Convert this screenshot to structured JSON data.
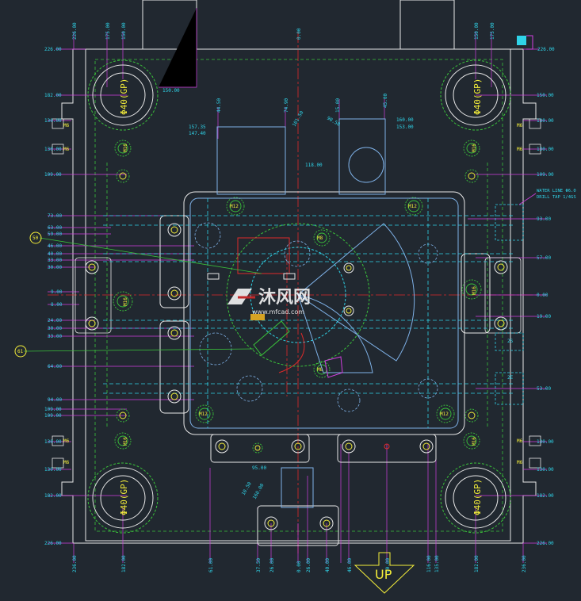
{
  "colors": {
    "background": "#212830",
    "outline": "#e8e8e8",
    "dimension": "#2fd3e8",
    "extension": "#d23fe0",
    "centerline": "#e02a2a",
    "cooling": "#3ac13a",
    "screw_label": "#f4ee3a",
    "core": "#7fb2e8"
  },
  "top_dims": [
    "226.00",
    "175.00",
    "150.00",
    "0.00",
    "150.00",
    "175.00",
    "226.00"
  ],
  "bottom_dims": [
    "236.00",
    "182.00",
    "61.00",
    "37.50",
    "26.00",
    "0.00",
    "26.00",
    "40.00",
    "46.00",
    "90.00",
    "116.00",
    "135.00",
    "182.00",
    "236.00"
  ],
  "left_dims": [
    "226.00",
    "182.00",
    "130.00",
    "109.00",
    "73.00",
    "63.00",
    "59.00",
    "46.00",
    "40.00",
    "33.00",
    "30.00",
    "9.00",
    "8.00",
    "0.00",
    "24.00",
    "30.00",
    "33.00",
    "64.00",
    "94.00",
    "109.00",
    "130.00",
    "182.00",
    "226.00"
  ],
  "right_dims": [
    "226.00",
    "150.00",
    "130.00",
    "109.00",
    "93.00",
    "57.00",
    "0.00",
    "19.00",
    "53.00",
    "109.00",
    "130.00",
    "182.00",
    "226.00"
  ],
  "inner_dims": [
    "150.00",
    "157.35",
    "147.40",
    "44.50",
    "74.90",
    "101.50",
    "90.50",
    "160.00",
    "153.00",
    "118.00",
    "15.00",
    "45.00",
    "0.00",
    "24.00",
    "40.00",
    "60.00",
    "10.50",
    "160.00",
    "95.00"
  ],
  "guide_pin_label": "Φ40(GP)",
  "callouts": [
    "50",
    "61"
  ],
  "screw_labels": [
    "M16",
    "M12",
    "M8",
    "M6"
  ],
  "water_note_line1": "WATER LINE Φ6.0",
  "water_note_line2": "DRILL TAP 1/4GS",
  "face_labels": [
    "2S",
    "2E"
  ],
  "up_label": "UP",
  "watermark_text": "沐风网",
  "watermark_sub": "www.mfcad.com"
}
